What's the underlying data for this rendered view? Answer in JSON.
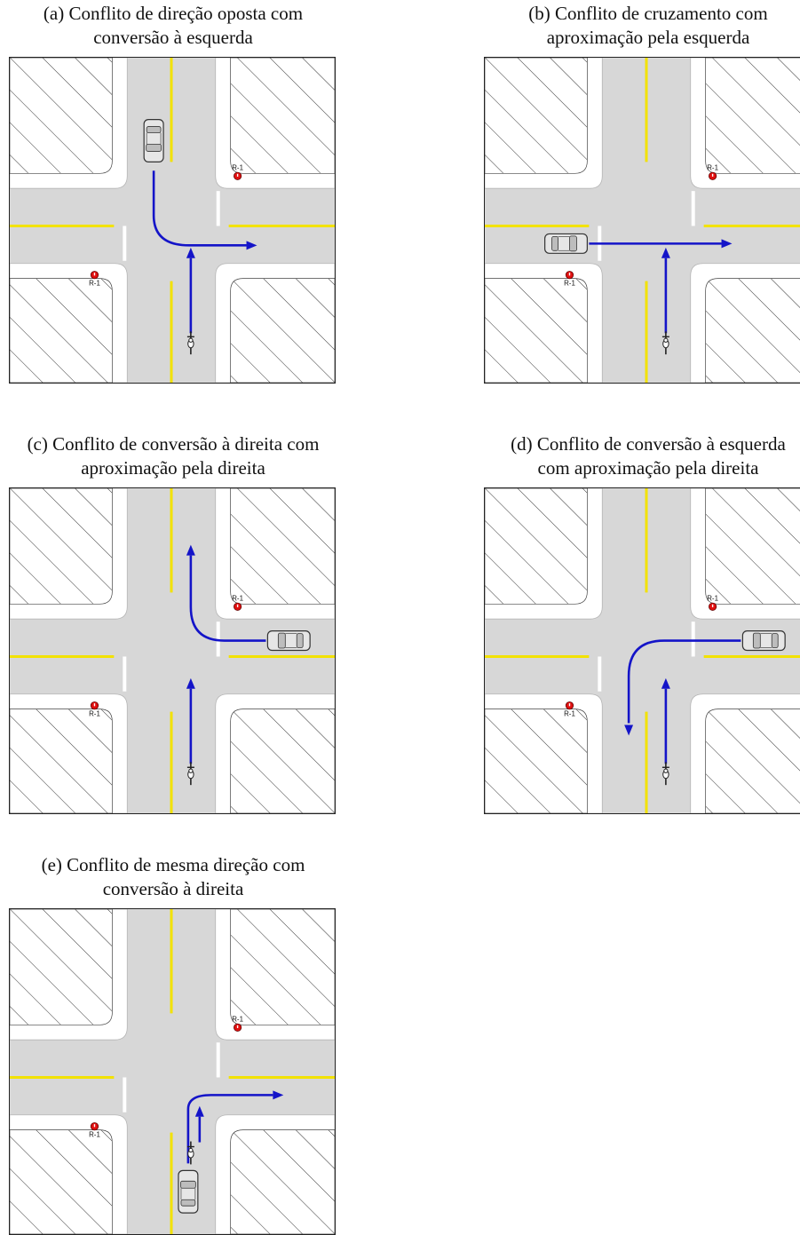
{
  "panels": [
    {
      "id": "a",
      "caption_line1": "(a) Conflito de direção oposta com",
      "caption_line2": "conversão à esquerda",
      "signs": [
        {
          "label": "R-1",
          "corner": "ne"
        },
        {
          "label": "R-1",
          "corner": "sw"
        }
      ],
      "car": {
        "heading": "south",
        "road": "north"
      },
      "car_path": "left-turn-south-to-east",
      "bicycle": {
        "heading": "north"
      }
    },
    {
      "id": "b",
      "caption_line1": "(b) Conflito de cruzamento com",
      "caption_line2": "aproximação pela esquerda",
      "signs": [
        {
          "label": "R-1",
          "corner": "ne"
        },
        {
          "label": "R-1",
          "corner": "sw"
        }
      ],
      "car": {
        "heading": "east",
        "road": "west"
      },
      "car_path": "straight-east",
      "bicycle": {
        "heading": "north"
      }
    },
    {
      "id": "c",
      "caption_line1": "(c) Conflito de conversão à direita com",
      "caption_line2": "aproximação pela direita",
      "signs": [
        {
          "label": "R-1",
          "corner": "ne"
        },
        {
          "label": "R-1",
          "corner": "sw"
        }
      ],
      "car": {
        "heading": "west",
        "road": "east"
      },
      "car_path": "right-turn-west-to-north",
      "bicycle": {
        "heading": "north"
      }
    },
    {
      "id": "d",
      "caption_line1": "(d) Conflito de conversão à esquerda",
      "caption_line2": "com aproximação pela direita",
      "signs": [
        {
          "label": "R-1",
          "corner": "ne"
        },
        {
          "label": "R-1",
          "corner": "sw"
        }
      ],
      "car": {
        "heading": "west",
        "road": "east"
      },
      "car_path": "left-turn-west-to-south",
      "bicycle": {
        "heading": "north"
      }
    },
    {
      "id": "e",
      "caption_line1": "(e) Conflito de mesma direção com",
      "caption_line2": "conversão à direita",
      "signs": [
        {
          "label": "R-1",
          "corner": "ne"
        },
        {
          "label": "R-1",
          "corner": "sw"
        }
      ],
      "car": {
        "heading": "north",
        "road": "south"
      },
      "car_path": "right-turn-north-to-east",
      "bicycle": {
        "heading": "north"
      }
    }
  ],
  "colors": {
    "pavement": "#d7d7d7",
    "sidewalk": "#ffffff",
    "center_line": "#f2e200",
    "stop_line": "#ffffff",
    "arrow": "#1414c8",
    "hatch": "#333333",
    "stop_sign": "#e01010"
  }
}
